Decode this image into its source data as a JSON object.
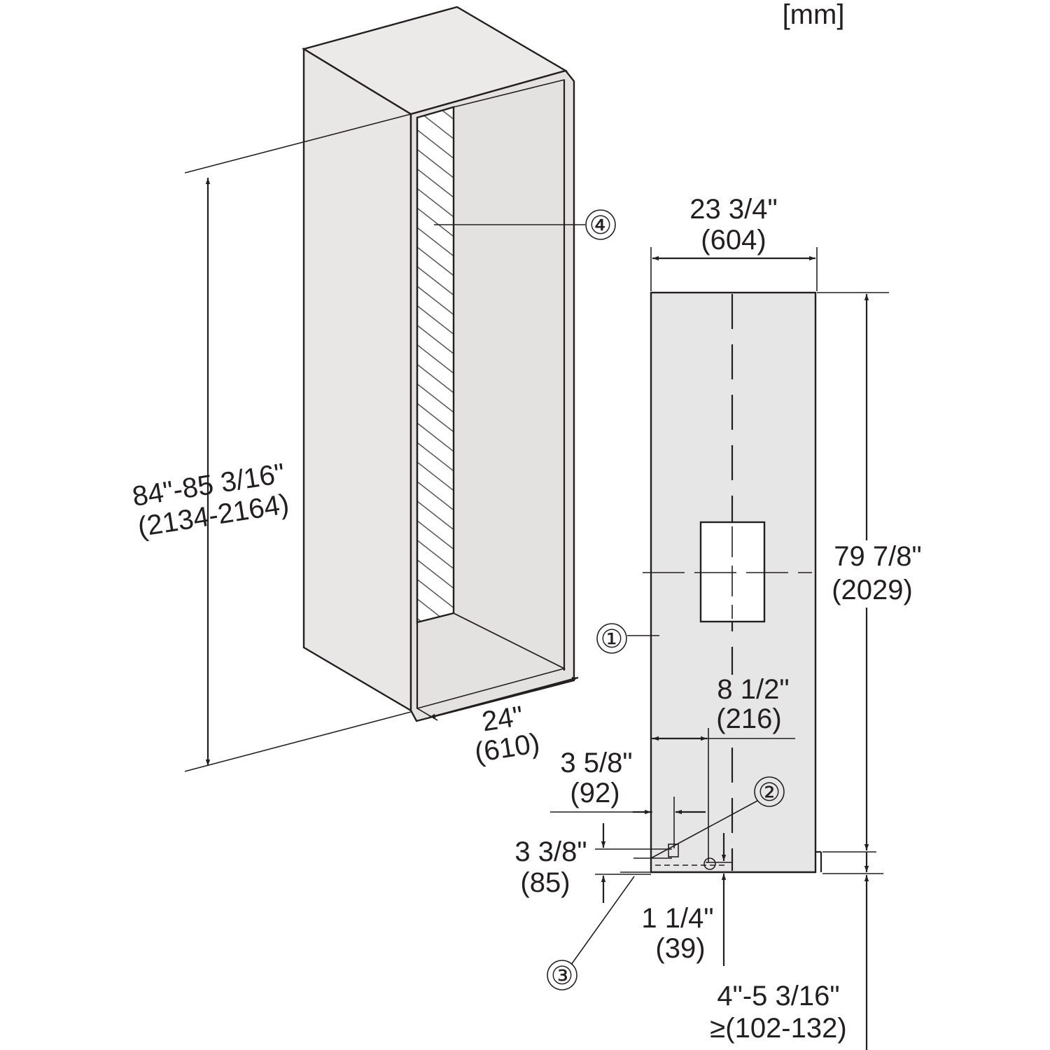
{
  "unit_label": "[mm]",
  "colors": {
    "line": "#231f20",
    "panel_front": "#e9e8e6",
    "panel_side": "#e2e1df",
    "panel_top": "#ebeae8",
    "inner_floor": "#f7f7f7",
    "appliance": "#e6e6e6",
    "hatch": "#555555",
    "background": "#ffffff"
  },
  "callouts": {
    "c1": "①",
    "c2": "②",
    "c3": "③",
    "c4": "④"
  },
  "dimensions": {
    "niche_height": {
      "inch": "84\"-85 3/16\"",
      "mm": "(2134-2164)"
    },
    "niche_depth": {
      "inch": "24\"",
      "mm": "(610)"
    },
    "appliance_width": {
      "inch": "23 3/4\"",
      "mm": "(604)"
    },
    "appliance_height": {
      "inch": "79 7/8\"",
      "mm": "(2029)"
    },
    "offset_216": {
      "inch": "8 1/2\"",
      "mm": "(216)"
    },
    "offset_92": {
      "inch": "3 5/8\"",
      "mm": "(92)"
    },
    "height_85": {
      "inch": "3 3/8\"",
      "mm": "(85)"
    },
    "height_39": {
      "inch": "1 1/4\"",
      "mm": "(39)"
    },
    "plinth_height": {
      "inch": "4\"-5 3/16\"",
      "mm": "≥(102-132)"
    }
  }
}
